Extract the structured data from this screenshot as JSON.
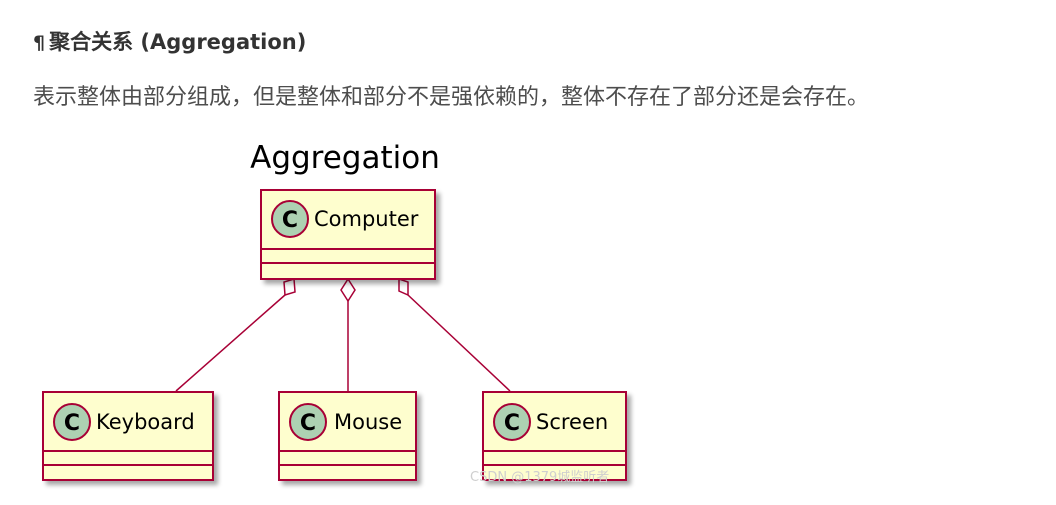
{
  "section": {
    "pilcrow": "¶",
    "title": "聚合关系 (Aggregation)",
    "description": "表示整体由部分组成，但是整体和部分不是强依赖的，整体不存在了部分还是会存在。"
  },
  "diagram": {
    "title": "Aggregation",
    "class_badge": "C",
    "whole": {
      "name": "Computer"
    },
    "parts": [
      {
        "name": "Keyboard"
      },
      {
        "name": "Mouse"
      },
      {
        "name": "Screen"
      }
    ],
    "relation": "aggregation",
    "colors": {
      "class_fill": "#fefece",
      "class_border": "#a80036",
      "badge_fill": "#add1b2",
      "edge": "#a80036"
    }
  },
  "watermark": "CSDN @1379城监听者"
}
